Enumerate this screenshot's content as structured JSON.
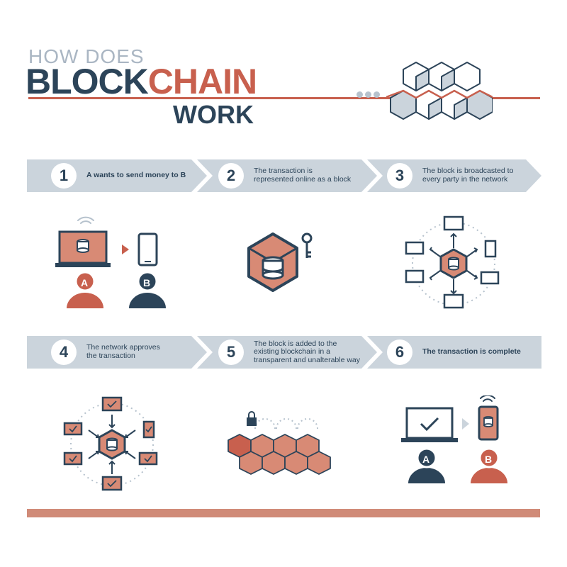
{
  "title": {
    "line1": "HOW DOES",
    "line2_a": "BLOCK",
    "line2_b": "CHAIN",
    "line3": "WORK"
  },
  "colors": {
    "navy": "#2c4459",
    "rust": "#c8604e",
    "salmon": "#d88a75",
    "banner": "#cbd4dc",
    "light": "#aab6c3"
  },
  "steps": [
    {
      "num": "1",
      "text": "A wants to send money to B"
    },
    {
      "num": "2",
      "text": "The transaction is\nrepresented online as a block"
    },
    {
      "num": "3",
      "text": "The block is broadcasted to\nevery party in the network"
    },
    {
      "num": "4",
      "text": "The network approves\nthe transaction"
    },
    {
      "num": "5",
      "text": "The block is added to the\nexisting blockchain in a\ntransparent and unalterable way"
    },
    {
      "num": "6",
      "text": "The transaction is complete"
    }
  ],
  "people": {
    "a": "A",
    "b": "B"
  }
}
